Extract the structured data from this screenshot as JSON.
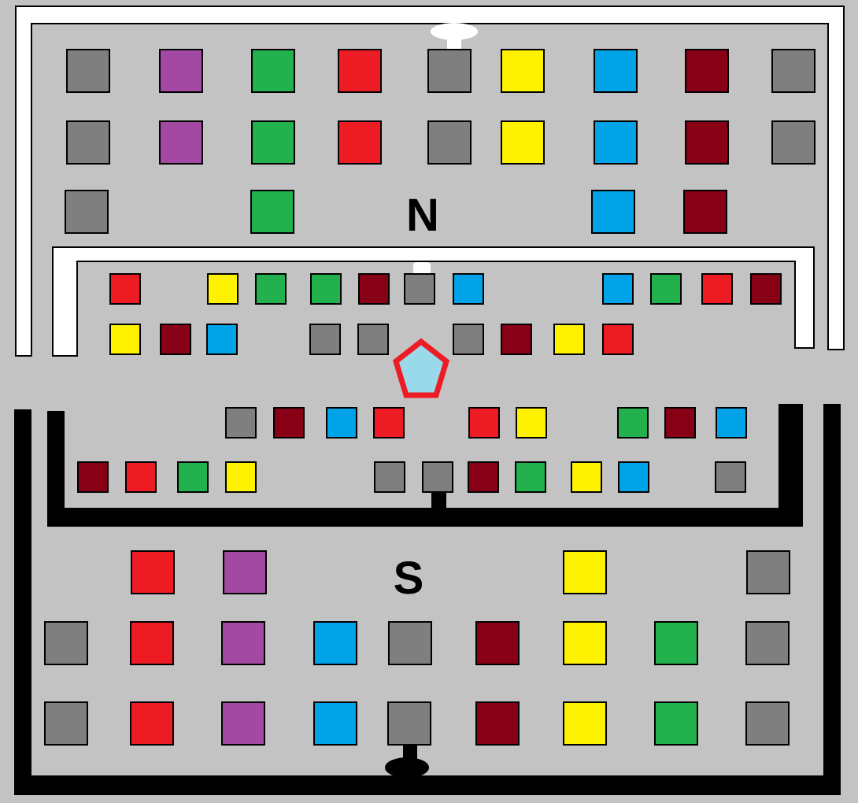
{
  "colors": {
    "background": "#c3c3c3",
    "wall_north": "#ffffff",
    "wall_south": "#000000",
    "outline": "#000000",
    "gray": "#7f7f7f",
    "purple": "#a349a4",
    "green": "#22b14c",
    "red": "#ed1c24",
    "yellow": "#fff200",
    "blue": "#00a2e8",
    "maroon": "#880015",
    "player_fill": "#99d9ea",
    "player_border": "#ed1c24"
  },
  "labels": {
    "north": "N",
    "south": "S"
  },
  "player": {
    "shape": "pentagon",
    "fill": "player_fill",
    "border": "player_border"
  },
  "north_outer_rows": [
    [
      "gray",
      "purple",
      "green",
      "red",
      "gray",
      "yellow",
      "blue",
      "maroon",
      "gray"
    ],
    [
      "gray",
      "purple",
      "green",
      "red",
      "gray",
      "yellow",
      "blue",
      "maroon",
      "gray"
    ],
    [
      "gray",
      "green",
      "blue",
      "maroon"
    ]
  ],
  "north_inner_rows": [
    [
      "red",
      "yellow",
      "green",
      "green",
      "maroon",
      "gray",
      "blue",
      "blue",
      "green",
      "red",
      "maroon"
    ],
    [
      "yellow",
      "maroon",
      "blue",
      "gray",
      "gray",
      "gray",
      "maroon",
      "yellow",
      "red"
    ]
  ],
  "south_inner_rows": [
    [
      "gray",
      "maroon",
      "blue",
      "red",
      "red",
      "yellow",
      "green",
      "maroon",
      "blue"
    ],
    [
      "maroon",
      "red",
      "green",
      "yellow",
      "gray",
      "gray",
      "maroon",
      "green",
      "yellow",
      "blue",
      "gray"
    ]
  ],
  "south_outer_rows": [
    [
      "red",
      "purple",
      "yellow",
      "gray"
    ],
    [
      "gray",
      "red",
      "purple",
      "blue",
      "gray",
      "maroon",
      "yellow",
      "green",
      "gray"
    ],
    [
      "gray",
      "red",
      "purple",
      "blue",
      "gray",
      "maroon",
      "yellow",
      "green",
      "gray"
    ]
  ]
}
